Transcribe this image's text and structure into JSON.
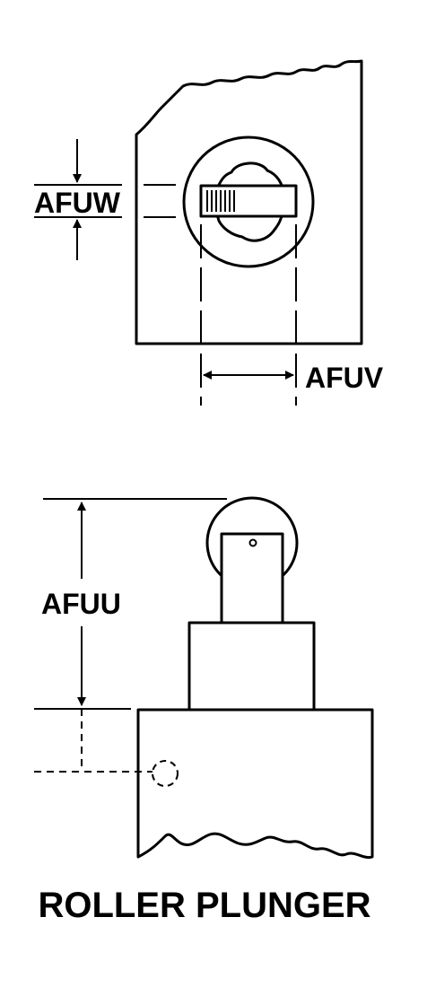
{
  "drawing": {
    "labels": {
      "afuw": "AFUW",
      "afuv": "AFUV",
      "afuu": "AFUU"
    },
    "title": "ROLLER PLUNGER",
    "stroke_color": "#000000",
    "background_color": "#ffffff"
  }
}
